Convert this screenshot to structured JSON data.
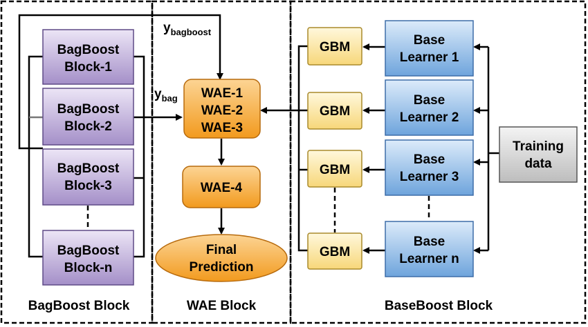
{
  "colors": {
    "bagboost_fill_top": "#ece5f6",
    "bagboost_fill_bottom": "#a48fc8",
    "bagboost_stroke": "#5e4a86",
    "wae_fill_top": "#fcd494",
    "wae_fill_bottom": "#f29a1e",
    "wae_stroke": "#b76a0c",
    "gbm_fill_top": "#fff8dc",
    "gbm_fill_bottom": "#f7d77a",
    "gbm_stroke": "#a8892a",
    "base_fill_top": "#dcebfa",
    "base_fill_bottom": "#6ea4dc",
    "base_stroke": "#3d6da8",
    "training_fill_top": "#f4f4f4",
    "training_fill_bottom": "#bdbdbd",
    "training_stroke": "#555555"
  },
  "sections": {
    "bagboost": "BagBoost Block",
    "wae": "WAE Block",
    "baseboost": "BaseBoost Block"
  },
  "bagboost_blocks": [
    {
      "line1": "BagBoost",
      "line2": "Block-1"
    },
    {
      "line1": "BagBoost",
      "line2": "Block-2"
    },
    {
      "line1": "BagBoost",
      "line2": "Block-3"
    },
    {
      "line1": "BagBoost",
      "line2": "Block-n"
    }
  ],
  "wae": {
    "first": [
      "WAE-1",
      "WAE-2",
      "WAE-3"
    ],
    "second": "WAE-4",
    "final": [
      "Final",
      "Prediction"
    ]
  },
  "labels": {
    "y_bagboost_main": "y",
    "y_bagboost_sub": "bagboost",
    "y_bag_main": "y",
    "y_bag_sub": "bag"
  },
  "gbm_label": "GBM",
  "base_learners": [
    {
      "line1": "Base",
      "line2": "Learner 1"
    },
    {
      "line1": "Base",
      "line2": "Learner 2"
    },
    {
      "line1": "Base",
      "line2": "Learner 3"
    },
    {
      "line1": "Base",
      "line2": "Learner n"
    }
  ],
  "training": [
    "Training",
    "data"
  ]
}
